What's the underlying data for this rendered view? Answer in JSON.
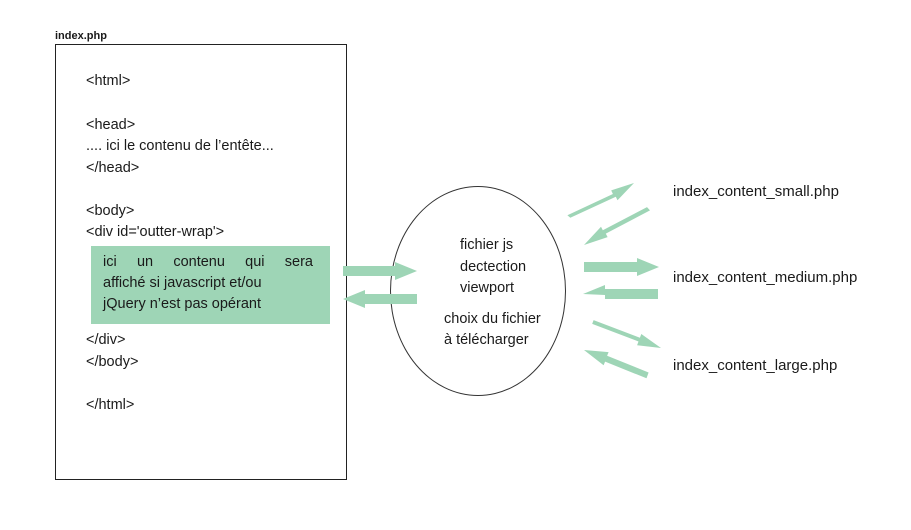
{
  "file_box": {
    "title": "index.php",
    "lines": {
      "html_open": "<html>",
      "head_open": "<head>",
      "head_content": "....  ici le contenu de l’entête...",
      "head_close": "</head>",
      "body_open": "<body>",
      "div_open": "<div id='outter-wrap'>",
      "div_close": "</div>",
      "body_close": "</body>",
      "html_close": "</html>"
    },
    "fallback_content": {
      "line1_words": [
        "ici",
        "un",
        "contenu",
        "qui",
        "sera"
      ],
      "line2": "affiché si javascript et/ou",
      "line3": "jQuery n’est pas opérant"
    }
  },
  "js_circle": {
    "line1": "fichier js",
    "line2": "dectection",
    "line3": "viewport",
    "line4": "choix du fichier",
    "line5": "à télécharger"
  },
  "targets": {
    "small": "index_content_small.php",
    "medium": "index_content_medium.php",
    "large": "index_content_large.php"
  },
  "colors": {
    "arrow_fill": "#9ed5b6",
    "highlight_fill": "#9ed5b6"
  }
}
